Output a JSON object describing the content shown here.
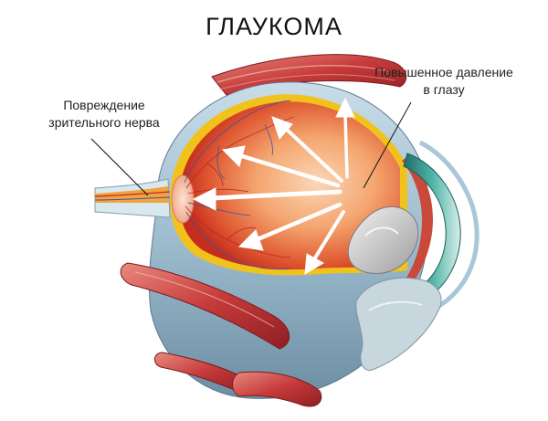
{
  "title": "ГЛАУКОМА",
  "labels": {
    "nerve_line1": "Повреждение",
    "nerve_line2": "зрительного нерва",
    "pressure_line1": "Повышенное давление",
    "pressure_line2": "в глазу"
  },
  "colors": {
    "background": "#ffffff",
    "vitreous_inner": "#f7b58a",
    "vitreous_outer": "#d8442a",
    "retina_edge": "#f2c21c",
    "sclera": "#a9c7d8",
    "muscle": "#c63a3a",
    "lens": "#d8d8d8",
    "cornea": "#2e8e86",
    "arrows": "#ffffff"
  }
}
